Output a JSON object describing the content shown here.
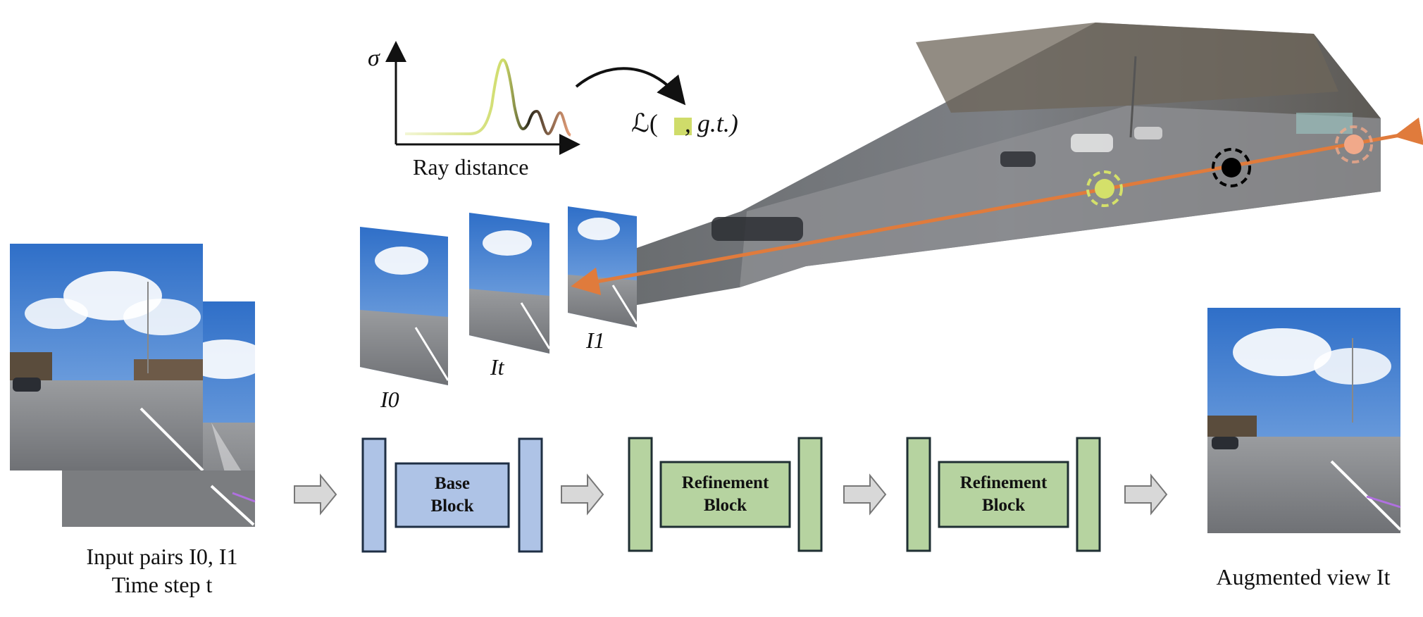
{
  "colors": {
    "blue_fill": "#aec3e6",
    "blue_stroke": "#1f2f44",
    "green_fill": "#b6d3a0",
    "green_stroke": "#1f2f33",
    "ray_orange": "#e07b3c",
    "point_yellow": "#d4e06a",
    "point_black": "#000000",
    "point_peach": "#f1a98a",
    "sky": "#4a86d6",
    "road": "#8a8c90"
  },
  "input": {
    "label_line1": "Input pairs I0, I1",
    "label_line2": "Time step t"
  },
  "frames": {
    "i0": "I0",
    "it": "It",
    "i1": "I1"
  },
  "density_plot": {
    "ylabel": "σ",
    "xlabel": "Ray distance"
  },
  "loss": {
    "text_before": "ℒ(",
    "text_after": ", g.t.)"
  },
  "blocks": {
    "base_line1": "Base",
    "base_line2": "Block",
    "ref1_line1": "Refinement",
    "ref1_line2": "Block",
    "ref2_line1": "Refinement",
    "ref2_line2": "Block"
  },
  "output": {
    "label": "Augmented view It"
  }
}
